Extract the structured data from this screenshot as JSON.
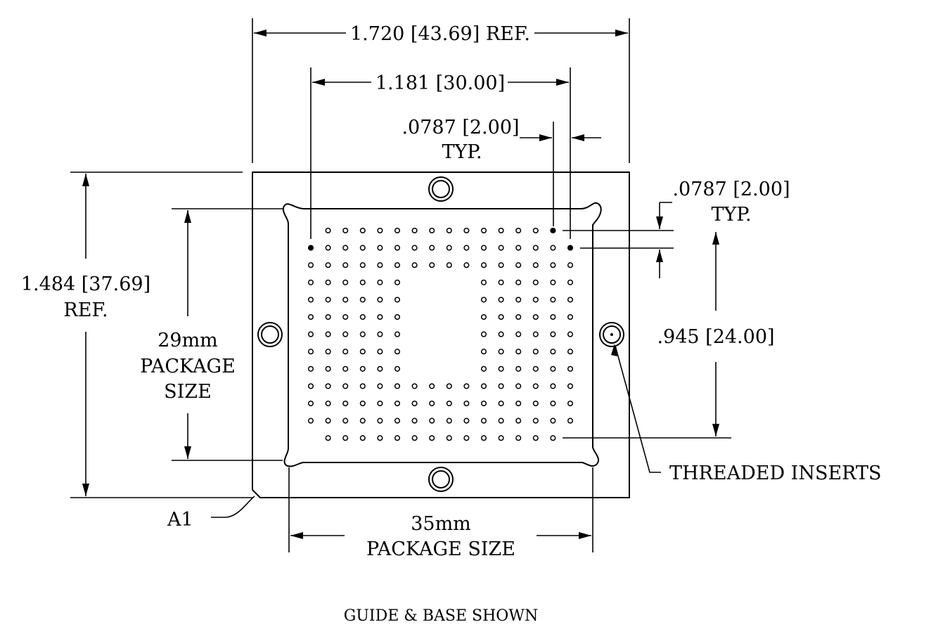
{
  "dimensions": {
    "overall_width": "1.720 [43.69] REF.",
    "pitch_span": "1.181 [30.00]",
    "pitch_x_line1": ".0787 [2.00]",
    "pitch_x_line2": "TYP.",
    "pitch_y_line1": ".0787 [2.00]",
    "pitch_y_line2": "TYP.",
    "overall_height_line1": "1.484 [37.69]",
    "overall_height_line2": "REF.",
    "package_29_line1": "29mm",
    "package_29_line2": "PACKAGE",
    "package_29_line3": "SIZE",
    "span_y": ".945 [24.00]",
    "package_35_line1": "35mm",
    "package_35_line2": "PACKAGE SIZE"
  },
  "callouts": {
    "threaded_inserts": "THREADED INSERTS",
    "a1": "A1"
  },
  "caption": "GUIDE & BASE SHOWN",
  "ball_grid": {
    "columns": 16,
    "rows": 13,
    "pitch_mm": 2.0,
    "center_void": {
      "col_from": 6,
      "col_to": 9,
      "row_from": 3,
      "row_to": 8
    },
    "missing": [
      [
        0,
        0
      ],
      [
        0,
        15
      ],
      [
        12,
        0
      ],
      [
        12,
        15
      ]
    ],
    "filled": [
      [
        0,
        14
      ],
      [
        1,
        0
      ],
      [
        1,
        15
      ]
    ]
  }
}
